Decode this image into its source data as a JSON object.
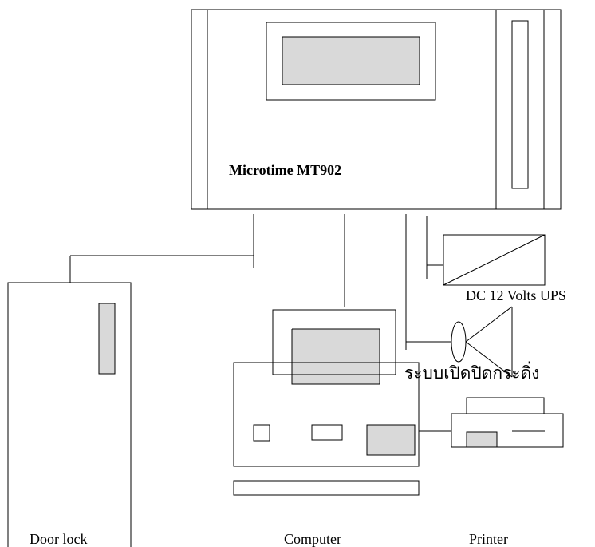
{
  "device": {
    "title": "Microtime MT902"
  },
  "labels": {
    "ups": "DC 12 Volts UPS",
    "bell": "ระบบเปิดปิดกระดิ่ง",
    "door_lock": "Door lock",
    "computer": "Computer",
    "printer": "Printer"
  },
  "colors": {
    "stroke": "#000000",
    "screen_fill": "#d9d9d9",
    "background": "#ffffff"
  }
}
